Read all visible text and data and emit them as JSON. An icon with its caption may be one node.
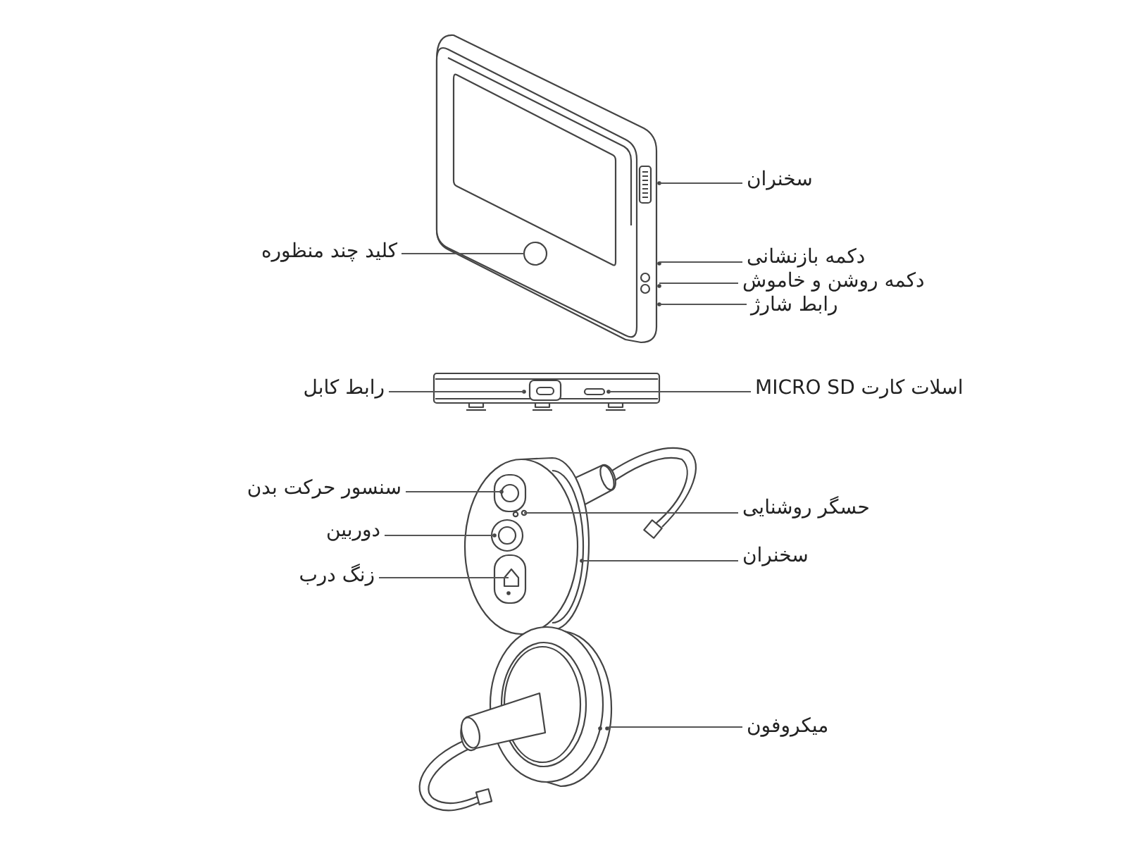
{
  "diagram": {
    "nodes": [
      {
        "text": [
          "کلید چند منظوره"
        ]
      },
      {
        "text": [
          "سخنران"
        ]
      },
      {
        "text": [
          "دکمه بازنشانی"
        ]
      },
      {
        "text": [
          "دکمه روشن و خاموش"
        ]
      },
      {
        "text": [
          "رابط شارژ"
        ]
      },
      {
        "text": [
          "رابط کابل"
        ]
      },
      {
        "text": [
          "اسلات کارت MICRO SD"
        ]
      },
      {
        "text": [
          "سنسور حرکت بدن"
        ]
      },
      {
        "text": [
          "دوربین"
        ]
      },
      {
        "text": [
          "زنگ درب"
        ]
      },
      {
        "text": [
          "حسگر روشنایی"
        ]
      },
      {
        "text": [
          "سخنران"
        ]
      },
      {
        "text": [
          "میکروفون"
        ]
      }
    ],
    "edges": [
      {
        "from": 0,
        "to": null,
        "arrow": "none"
      },
      {
        "from": 1,
        "to": null,
        "arrow": "none"
      },
      {
        "from": 2,
        "to": null,
        "arrow": "none"
      },
      {
        "from": 3,
        "to": null,
        "arrow": "none"
      },
      {
        "from": 4,
        "to": null,
        "arrow": "none"
      },
      {
        "from": 5,
        "to": null,
        "arrow": "none"
      },
      {
        "from": 6,
        "to": null,
        "arrow": "none"
      },
      {
        "from": 7,
        "to": null,
        "arrow": "none"
      },
      {
        "from": 8,
        "to": null,
        "arrow": "none"
      },
      {
        "from": 9,
        "to": null,
        "arrow": "none"
      },
      {
        "from": 10,
        "to": null,
        "arrow": "none"
      },
      {
        "from": 11,
        "to": null,
        "arrow": "none"
      },
      {
        "from": 12,
        "to": null,
        "arrow": "none"
      }
    ]
  }
}
